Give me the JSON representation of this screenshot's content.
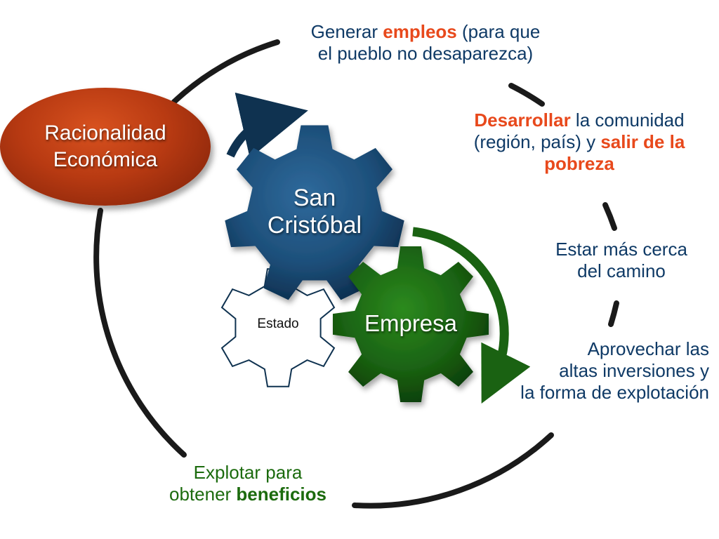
{
  "central_ellipse": {
    "line1": "Racionalidad",
    "line2": "Económica",
    "color": "#b83a12"
  },
  "gears": {
    "san_cristobal": {
      "line1": "San",
      "line2": "Cristóbal",
      "color": "#1d4f7a"
    },
    "empresa": {
      "label": "Empresa",
      "color": "#1a6212"
    },
    "estado": {
      "label": "Estado",
      "color": "#ffffff"
    }
  },
  "outer_labels": {
    "empleos": {
      "pre": "Generar ",
      "highlight": "empleos",
      "post": " (para que",
      "line2": "el pueblo no desaparezca)"
    },
    "desarrollar": {
      "highlight1": "Desarrollar",
      "text1": " la comunidad",
      "text2": "(región, país) y ",
      "highlight2": "salir de la",
      "highlight3": "pobreza"
    },
    "camino": {
      "line1": "Estar más cerca",
      "line2": "del camino"
    },
    "inversiones": {
      "line1": "Aprovechar las",
      "line2": "altas inversiones y",
      "line3": "la forma de explotación"
    },
    "beneficios": {
      "line1": "Explotar para",
      "pre2": "obtener ",
      "highlight": "beneficios"
    }
  },
  "colors": {
    "navy_text": "#0f3a66",
    "orange_highlight": "#e8491c",
    "green_text": "#1c6b0e",
    "circle_stroke": "#1a1a1a"
  },
  "icons": [
    "navy-curved-arrow-icon",
    "green-curved-arrow-icon"
  ]
}
